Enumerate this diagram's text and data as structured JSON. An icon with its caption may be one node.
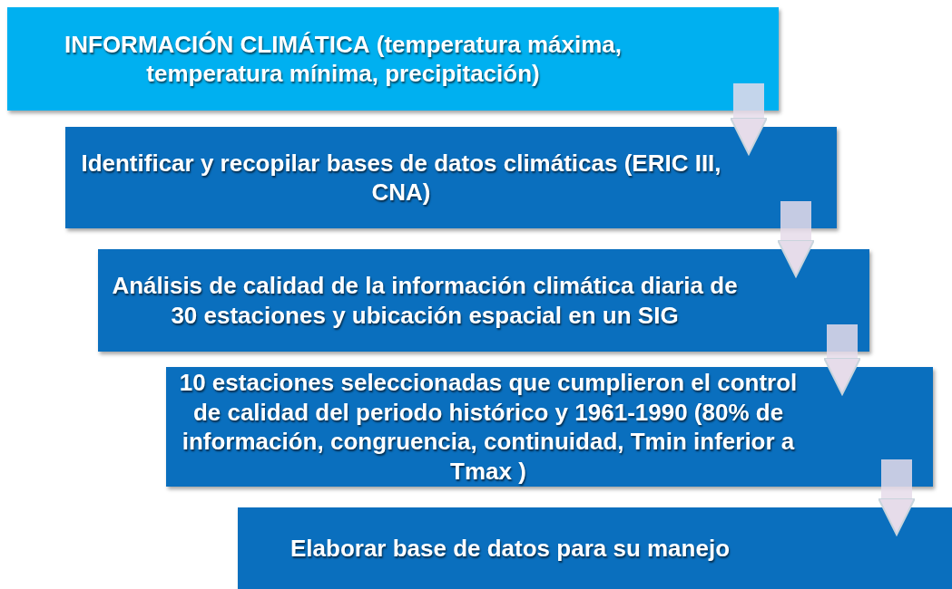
{
  "diagram": {
    "nodes": [
      {
        "text": [
          "**INFORMACIÓN CLIMÁTICA** (temperatura máxima, temperatura mínima, precipitación)"
        ]
      },
      {
        "text": [
          "Identificar y recopilar bases de datos climáticas (ERIC III, CNA)"
        ]
      },
      {
        "text": [
          "Análisis de calidad de la información climática diaria de 30 estaciones y ubicación espacial en un SIG"
        ]
      },
      {
        "text": [
          "10 estaciones seleccionadas que cumplieron el control de calidad del periodo histórico y 1961-1990 (80% de información, congruencia, continuidad, Tmin inferior a Tmax )"
        ]
      },
      {
        "text": [
          "Elaborar base de datos para su manejo"
        ]
      }
    ],
    "edges": [
      {
        "from": 0,
        "to": 1,
        "arrow": "to"
      },
      {
        "from": 1,
        "to": 2,
        "arrow": "to"
      },
      {
        "from": 2,
        "to": 3,
        "arrow": "to"
      },
      {
        "from": 3,
        "to": 4,
        "arrow": "to"
      }
    ]
  }
}
